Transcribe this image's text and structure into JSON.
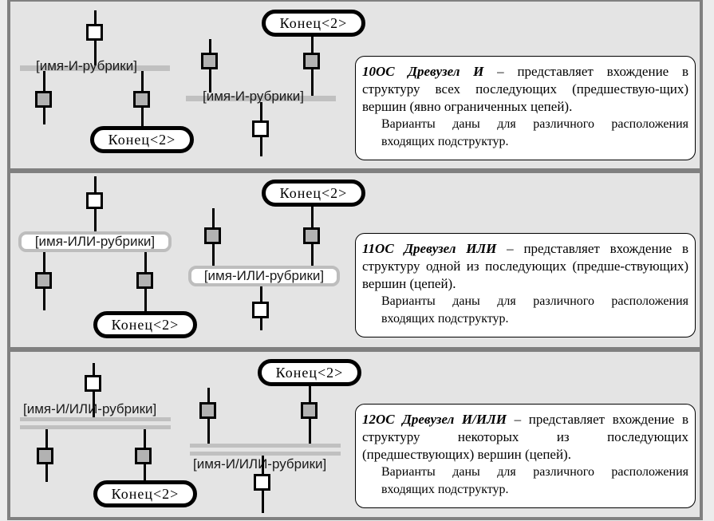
{
  "sections": [
    {
      "id": "10OC",
      "node_label": "[имя-И-рубрики]",
      "terminal_label": "Конец<2>",
      "description": {
        "heading": "10ОС Древузел И",
        "dash": " – ",
        "text": "представляет вхождение в структуру всех последующих (предшествую-щих) вершин (явно ограниченных цепей).",
        "note": "Варианты даны для различного расположения входящих подструктур."
      }
    },
    {
      "id": "11OC",
      "node_label": "[имя-ИЛИ-рубрики]",
      "terminal_label": "Конец<2>",
      "description": {
        "heading": "11ОС Древузел ИЛИ",
        "dash": " – ",
        "text": "представляет вхождение в структуру одной из последующих (предше-ствующих) вершин (цепей).",
        "note": "Варианты даны для различного расположения входящих подструктур."
      }
    },
    {
      "id": "12OC",
      "node_label": "[имя-И/ИЛИ-рубрики]",
      "terminal_label": "Конец<2>",
      "description": {
        "heading": "12ОС Древузел И/ИЛИ",
        "dash": " – ",
        "text": "представляет вхождение в структуру некоторых из последующих (предшествующих) вершин (цепей).",
        "note": "Варианты даны для различного расположения входящих подструктур."
      }
    }
  ]
}
